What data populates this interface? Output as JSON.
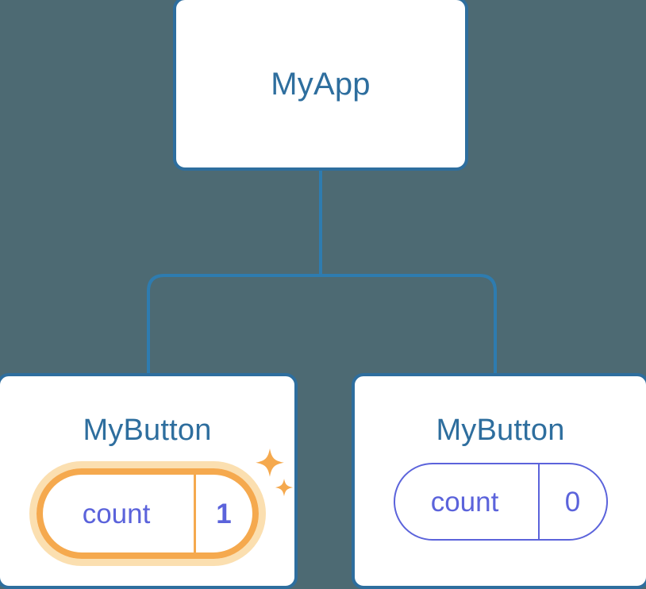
{
  "diagram": {
    "type": "component-tree",
    "background_color": "#4d6a73",
    "node_border_color": "#2e6e9e",
    "node_title_color": "#2e6e9e",
    "state_color": "#5b63db",
    "highlight_color": "#f5a94e",
    "highlight_glow_color": "#fbdfb0",
    "connector_color": "#2e7cb0",
    "root": {
      "title": "MyApp"
    },
    "children": [
      {
        "title": "MyButton",
        "state": {
          "key": "count",
          "value": "1"
        },
        "highlighted": true,
        "sparkle_icons": 2
      },
      {
        "title": "MyButton",
        "state": {
          "key": "count",
          "value": "0"
        },
        "highlighted": false,
        "sparkle_icons": 0
      }
    ]
  }
}
